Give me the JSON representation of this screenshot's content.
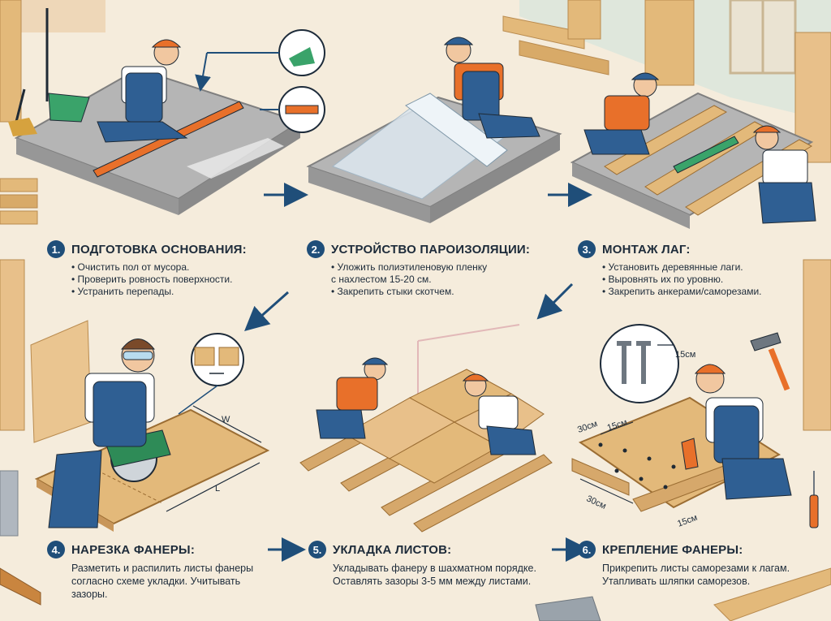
{
  "colors": {
    "background": "#f5ecdc",
    "accent_blue": "#1f4e79",
    "cap_orange": "#e8702a",
    "overalls_blue": "#2f5f93",
    "wood": "#e3b97a",
    "concrete": "#a9a9a9"
  },
  "steps": [
    {
      "number": "1.",
      "title": "ПОДГОТОВКА ОСНОВАНИЯ:",
      "items": [
        "Очистить пол от мусора.",
        "Проверить ровность поверхности.",
        "Устранить перепады."
      ]
    },
    {
      "number": "2.",
      "title": "УСТРОЙСТВО ПАРОИЗОЛЯЦИИ:",
      "items": [
        "Уложить полиэтиленовую пленку\nс нахлестом 15-20 см.",
        "Закрепить стыки скотчем."
      ]
    },
    {
      "number": "3.",
      "title": "МОНТАЖ ЛАГ:",
      "items": [
        "Установить деревянные лаги.",
        "Выровнять их по уровню.",
        "Закрепить анкерами/саморезами."
      ]
    },
    {
      "number": "4.",
      "title": "НАРЕЗКА ФАНЕРЫ:",
      "text": "Разметить и распилить листы фанеры согласно схеме укладки. Учитывать зазоры."
    },
    {
      "number": "5.",
      "title": "УКЛАДКА ЛИСТОВ:",
      "text": "Укладывать фанеру в шахматном порядке. Оставлять зазоры 3-5 мм между листами."
    },
    {
      "number": "6.",
      "title": "КРЕПЛЕНИЕ ФАНЕРЫ:",
      "text": "Прикрепить листы саморезами к лагам. Утапливать шляпки саморезов."
    }
  ],
  "dimensions": {
    "width_label": "W",
    "length_label": "L",
    "screw_spacing_a": "30см",
    "screw_spacing_b": "30см",
    "edge_distance_a": "15см",
    "edge_distance_b": "15см",
    "screw_length": "15см"
  },
  "icons": [
    "dustpan-icon",
    "level-icon",
    "gap-detail-icon",
    "screws-icon",
    "arrow-icon"
  ]
}
